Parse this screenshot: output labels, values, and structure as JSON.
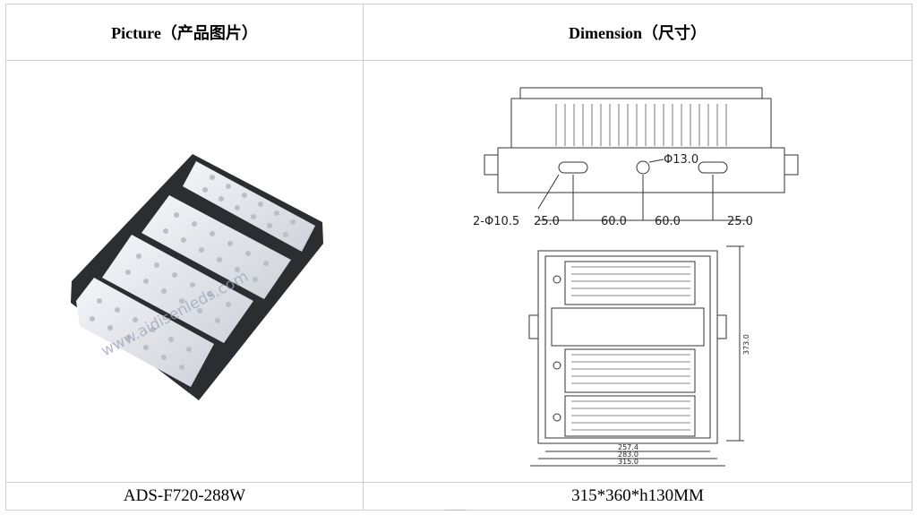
{
  "table": {
    "header": {
      "picture": "Picture（产品图片）",
      "dimension": "Dimension（尺寸）"
    },
    "product": {
      "watermark": "www.aidisenleds.com",
      "model": "ADS-F720-288W"
    },
    "drawing": {
      "top_view": {
        "hole_small": "2-Φ10.5",
        "hole_large": "Φ13.0",
        "spacing_1": "25.0",
        "spacing_2": "60.0",
        "spacing_3": "60.0",
        "spacing_4": "25.0"
      },
      "front_view": {
        "width_inner": "257.4",
        "width_mid": "283.0",
        "width_outer": "315.0",
        "height": "373.0"
      }
    },
    "size": "315*360*h130MM"
  }
}
